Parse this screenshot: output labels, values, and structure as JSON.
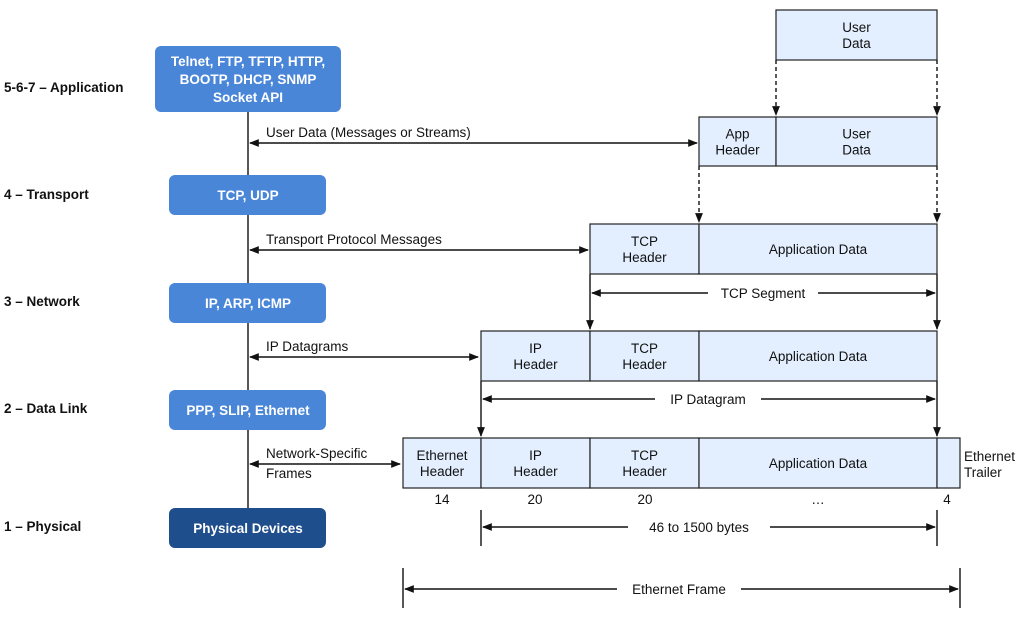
{
  "layers": [
    {
      "label": "5-6-7 – Application",
      "protocols": [
        "Telnet, FTP, TFTP, HTTP,",
        "BOOTP, DHCP, SNMP",
        "Socket API"
      ]
    },
    {
      "label": "4 – Transport",
      "protocols": [
        "TCP, UDP"
      ]
    },
    {
      "label": "3 – Network",
      "protocols": [
        "IP, ARP, ICMP"
      ]
    },
    {
      "label": "2 – Data Link",
      "protocols": [
        "PPP, SLIP, Ethernet"
      ]
    },
    {
      "label": "1 – Physical",
      "protocols": [
        "Physical Devices"
      ]
    }
  ],
  "arrows": {
    "application": [
      "User Data (Messages or Streams)"
    ],
    "transport": [
      "Transport Protocol Messages"
    ],
    "network": [
      "IP Datagrams"
    ],
    "datalink": [
      "Network-Specific",
      "Frames"
    ]
  },
  "rows": {
    "user": [
      {
        "text": [
          "User",
          "Data"
        ]
      }
    ],
    "app": [
      {
        "text": [
          "App",
          "Header"
        ]
      },
      {
        "text": [
          "User",
          "Data"
        ]
      }
    ],
    "tcp": [
      {
        "text": [
          "TCP",
          "Header"
        ]
      },
      {
        "text": [
          "Application Data"
        ]
      }
    ],
    "ip": [
      {
        "text": [
          "IP",
          "Header"
        ]
      },
      {
        "text": [
          "TCP",
          "Header"
        ]
      },
      {
        "text": [
          "Application Data"
        ]
      }
    ],
    "eth": [
      {
        "text": [
          "Ethernet",
          "Header"
        ]
      },
      {
        "text": [
          "IP",
          "Header"
        ]
      },
      {
        "text": [
          "TCP",
          "Header"
        ]
      },
      {
        "text": [
          "Application Data"
        ]
      },
      {
        "text": [
          ""
        ]
      }
    ]
  },
  "ethernet_trailer": [
    "Ethernet",
    "Trailer"
  ],
  "sizes": [
    "14",
    "20",
    "20",
    "…",
    "4"
  ],
  "spans": {
    "tcp_segment": "TCP Segment",
    "ip_datagram": "IP Datagram",
    "payload": "46 to 1500 bytes",
    "frame": "Ethernet Frame"
  },
  "colors": {
    "protocol_box": "#4a86d8",
    "physical_box": "#1f4e8c",
    "cell_fill": "#e3efff",
    "stroke": "#222222"
  }
}
